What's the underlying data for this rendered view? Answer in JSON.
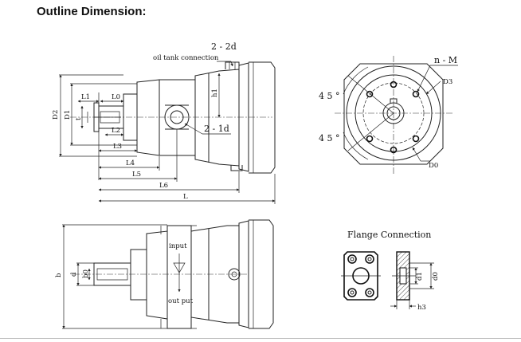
{
  "heading": "Outline Dimension:",
  "side_view": {
    "oil_tank_connection": "oil tank connection",
    "port_top": "2 - 2d",
    "port_side": "2 - 1d",
    "L1": "L1",
    "L0": "L0",
    "L2": "L2",
    "L3": "L3",
    "L4": "L4",
    "L5": "L5",
    "L6": "L6",
    "L": "L",
    "D2": "D2",
    "D1": "D1",
    "t": "t",
    "h1": "h1"
  },
  "front_view": {
    "nM": "n - M",
    "D3": "D3",
    "D0": "D0",
    "angle_top": "4 5 °",
    "angle_bottom": "4 5 °"
  },
  "top_view": {
    "input": "input",
    "output": "out put",
    "b": "b",
    "d": "d",
    "b0": "b0"
  },
  "flange": {
    "title": "Flange Connection",
    "d1": "d1",
    "d0": "d0",
    "h3": "h3"
  }
}
